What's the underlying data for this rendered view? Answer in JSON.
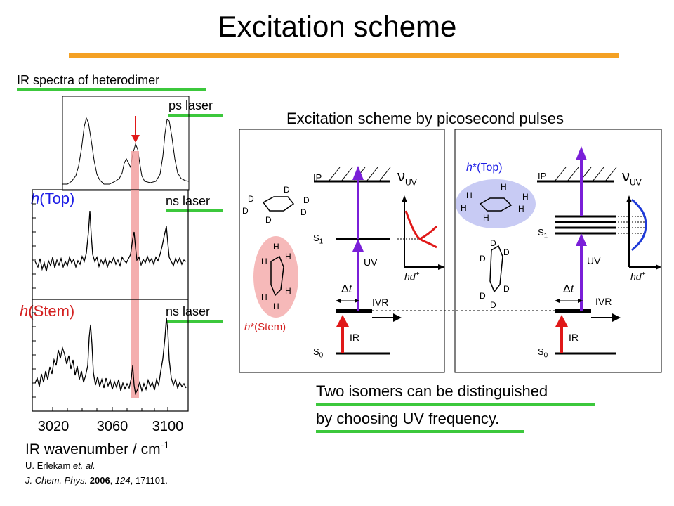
{
  "title": "Excitation scheme",
  "left_panel": {
    "heading": "IR spectra of heterodimer",
    "ps_label": "ps laser",
    "ns_label_top": "ns laser",
    "ns_label_bottom": "ns laser",
    "label_top": {
      "italic": "h",
      "rest": "(Top)"
    },
    "label_stem": {
      "italic": "h",
      "rest": "(Stem)"
    },
    "x_ticks": [
      "3020",
      "3060",
      "3100"
    ],
    "x_label": "IR wavenumber / cm",
    "x_label_sup": "-1",
    "citation_line1_authors": "U. Erlekam ",
    "citation_line1_etal": "et. al.",
    "citation_line2_journal": "J. Chem. Phys. ",
    "citation_line2_year": "2006",
    "citation_line2_sep": ", ",
    "citation_line2_volume": "124",
    "citation_line2_page": ", 171101."
  },
  "right_panel": {
    "heading": "Excitation scheme by picosecond pulses",
    "energy_labels": {
      "ip": "IP",
      "s1_base": "S",
      "s1_sub": "1",
      "s0_base": "S",
      "s0_sub": "0"
    },
    "nu_uv": {
      "nu": "ν",
      "sub": "UV"
    },
    "uv_label": "UV",
    "ir_label": "IR",
    "ivr_label": "IVR",
    "delta_t": {
      "delta": "Δ",
      "t": "t"
    },
    "hd_plus": {
      "base": "hd",
      "sup": "+"
    },
    "h_stem": {
      "italic": "h",
      "rest": "*(Stem)"
    },
    "h_top": {
      "italic": "h",
      "rest": "*(Top)"
    },
    "atom_d": "D",
    "atom_h": "H"
  },
  "conclusion": {
    "line1": "Two isomers can be distinguished",
    "line2": "by choosing UV frequency."
  },
  "colors": {
    "accent_orange": "#f4a124",
    "highlight_green": "#3cc83c",
    "arrow_purple": "#7a1fd8",
    "arrow_red": "#e01818",
    "label_blue": "#1e1ee6",
    "label_red": "#d42020",
    "stem_bubble": "#f6b9b9",
    "top_bubble": "#c8cbf4"
  }
}
